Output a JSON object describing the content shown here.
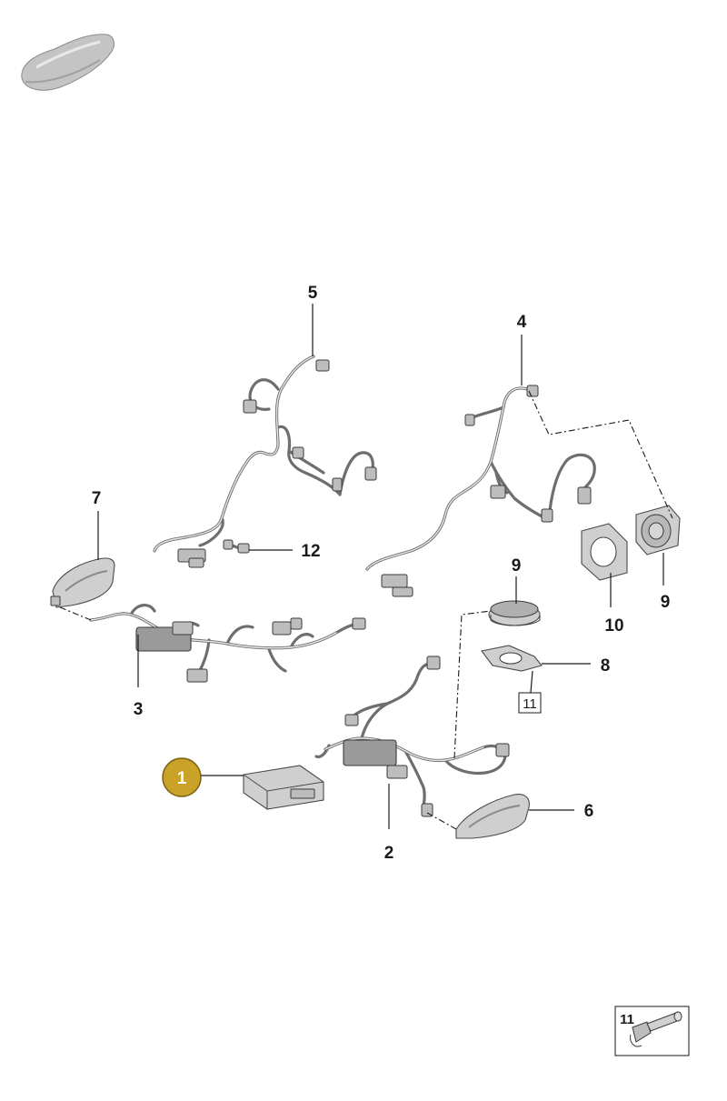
{
  "callouts": {
    "c1": "1",
    "c2": "2",
    "c3": "3",
    "c4": "4",
    "c5": "5",
    "c6": "6",
    "c7": "7",
    "c8": "8",
    "c9a": "9",
    "c9b": "9",
    "c10": "10",
    "c11": "11",
    "c12": "12"
  },
  "legend": {
    "label": "11"
  },
  "colors": {
    "highlight": "#c9a227",
    "highlight_stroke": "#7a5f0e",
    "line": "#1a1a1a"
  },
  "icons": {
    "vehicle": "car-silhouette-icon",
    "fastener": "expansion-rivet-icon"
  }
}
